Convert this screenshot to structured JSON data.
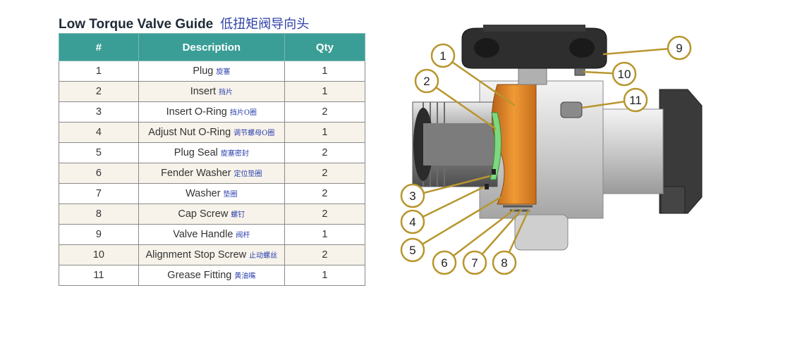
{
  "title": {
    "en": "Low Torque Valve Guide",
    "cn": "低扭矩阀导向头"
  },
  "table": {
    "headers": [
      "#",
      "Description",
      "Qty"
    ],
    "rows": [
      {
        "num": "1",
        "desc": "Plug",
        "cn": "旋塞",
        "qty": "1"
      },
      {
        "num": "2",
        "desc": "Insert",
        "cn": "挡片",
        "qty": "1"
      },
      {
        "num": "3",
        "desc": "Insert O-Ring",
        "cn": "挡片O圈",
        "qty": "2"
      },
      {
        "num": "4",
        "desc": "Adjust Nut O-Ring",
        "cn": "调节螺母O圈",
        "qty": "1"
      },
      {
        "num": "5",
        "desc": "Plug Seal",
        "cn": "旋塞密封",
        "qty": "2"
      },
      {
        "num": "6",
        "desc": "Fender Washer",
        "cn": "定位垫圈",
        "qty": "2"
      },
      {
        "num": "7",
        "desc": "Washer",
        "cn": "垫圈",
        "qty": "2"
      },
      {
        "num": "8",
        "desc": "Cap Screw",
        "cn": "螺钉",
        "qty": "2"
      },
      {
        "num": "9",
        "desc": "Valve Handle",
        "cn": "阀杆",
        "qty": "1"
      },
      {
        "num": "10",
        "desc": "Alignment Stop Screw",
        "cn": "止动螺丝",
        "qty": "2"
      },
      {
        "num": "11",
        "desc": "Grease Fitting",
        "cn": "黄油嘴",
        "qty": "1"
      }
    ]
  },
  "callouts": [
    "1",
    "2",
    "3",
    "4",
    "5",
    "6",
    "7",
    "8",
    "9",
    "10",
    "11"
  ],
  "colors": {
    "header": "#3a9e96",
    "callout": "#b8962e",
    "plug": "#e08a22",
    "seal": "#7fd87f"
  }
}
